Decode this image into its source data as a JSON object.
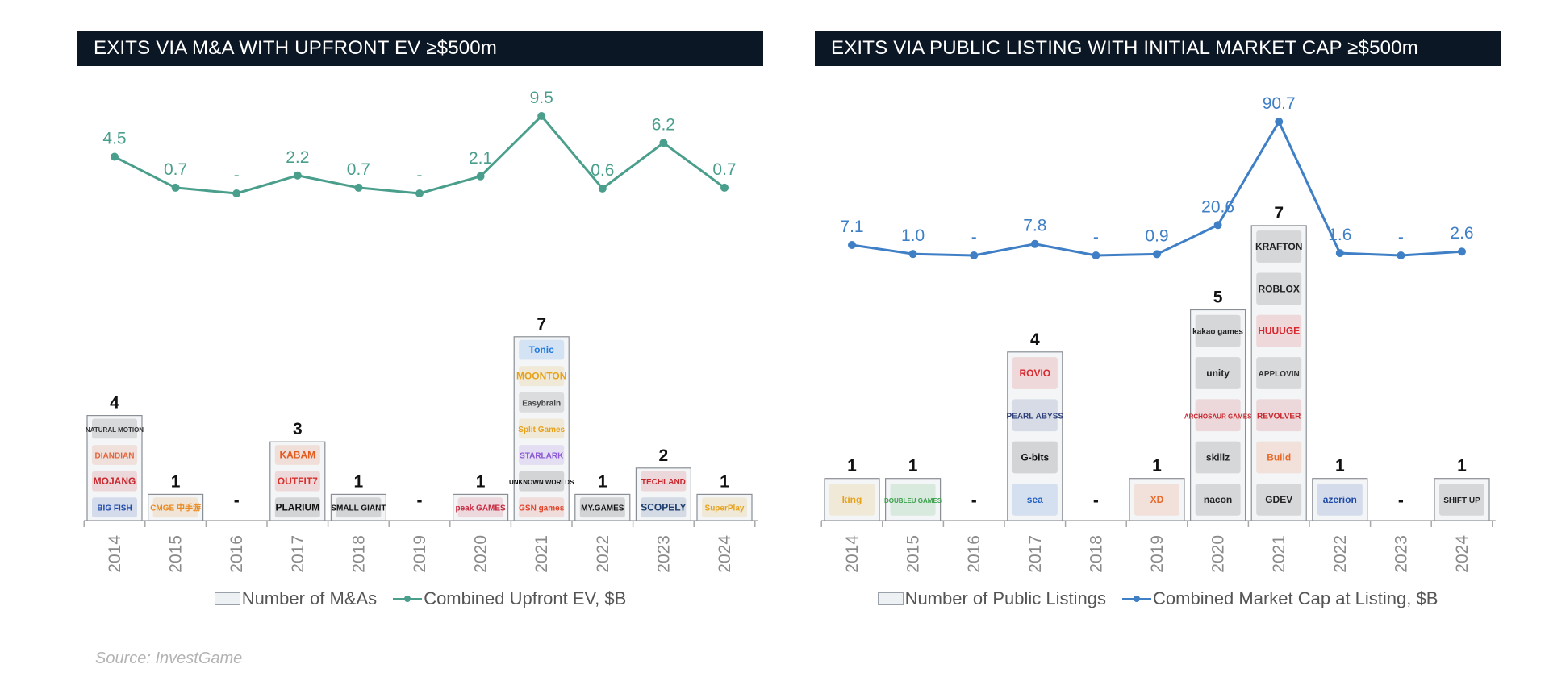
{
  "charts": [
    {
      "title": "EXITS VIA M&A WITH UPFRONT EV ≥$500m",
      "line_color": "#4a9e8c",
      "legend": {
        "bars": "Number of M&As",
        "line": "Combined Upfront EV, $B"
      }
    },
    {
      "title": "EXITS VIA PUBLIC LISTING WITH INITIAL MARKET CAP ≥$500m",
      "line_color": "#3f7fc6",
      "legend": {
        "bars": "Number of Public Listings",
        "line": "Combined Market Cap at Listing, $B"
      }
    }
  ],
  "chart_data": [
    {
      "type": "bar+line",
      "title": "EXITS VIA M&A WITH UPFRONT EV ≥$500m",
      "categories": [
        "2014",
        "2015",
        "2016",
        "2017",
        "2018",
        "2019",
        "2020",
        "2021",
        "2022",
        "2023",
        "2024"
      ],
      "series": [
        {
          "name": "Number of M&As",
          "type": "bar",
          "values": [
            4,
            1,
            0,
            3,
            1,
            0,
            1,
            7,
            1,
            2,
            1
          ],
          "labels": [
            "4",
            "1",
            "-",
            "3",
            "1",
            "-",
            "1",
            "7",
            "1",
            "2",
            "1"
          ]
        },
        {
          "name": "Combined Upfront EV, $B",
          "type": "line",
          "values": [
            4.5,
            0.7,
            0,
            2.2,
            0.7,
            0,
            2.1,
            9.5,
            0.6,
            6.2,
            0.7
          ],
          "labels": [
            "4.5",
            "0.7",
            "-",
            "2.2",
            "0.7",
            "-",
            "2.1",
            "9.5",
            "0.6",
            "6.2",
            "0.7"
          ]
        }
      ],
      "logos": [
        [
          "NATURAL MOTION",
          "DIANDIAN",
          "MOJANG",
          "BIG FISH"
        ],
        [
          "CMGE 中手游"
        ],
        [],
        [
          "KABAM",
          "OUTFIT7",
          "PLARIUM"
        ],
        [
          "SMALL GIANT"
        ],
        [],
        [
          "peak GAMES"
        ],
        [
          "Tonic",
          "MOONTON",
          "Easybrain",
          "Split Games",
          "STARLARK",
          "UNKNOWN WORLDS",
          "GSN games"
        ],
        [
          "MY.GAMES"
        ],
        [
          "TECHLAND",
          "SCOPELY"
        ],
        [
          "SuperPlay"
        ]
      ]
    },
    {
      "type": "bar+line",
      "title": "EXITS VIA PUBLIC LISTING WITH INITIAL MARKET CAP ≥$500m",
      "categories": [
        "2014",
        "2015",
        "2016",
        "2017",
        "2018",
        "2019",
        "2020",
        "2021",
        "2022",
        "2023",
        "2024"
      ],
      "series": [
        {
          "name": "Number of Public Listings",
          "type": "bar",
          "values": [
            1,
            1,
            0,
            4,
            0,
            1,
            5,
            7,
            1,
            0,
            1
          ],
          "labels": [
            "1",
            "1",
            "-",
            "4",
            "-",
            "1",
            "5",
            "7",
            "1",
            "-",
            "1"
          ]
        },
        {
          "name": "Combined Market Cap at Listing, $B",
          "type": "line",
          "values": [
            7.1,
            1.0,
            0,
            7.8,
            0,
            0.9,
            20.6,
            90.7,
            1.6,
            0,
            2.6
          ],
          "labels": [
            "7.1",
            "1.0",
            "-",
            "7.8",
            "-",
            "0.9",
            "20.6",
            "90.7",
            "1.6",
            "-",
            "2.6"
          ]
        }
      ],
      "logos": [
        [
          "king"
        ],
        [
          "DOUBLEU GAMES"
        ],
        [],
        [
          "ROVIO",
          "PEARL ABYSS",
          "G-bits",
          "sea"
        ],
        [],
        [
          "XD"
        ],
        [
          "kakao games",
          "unity",
          "ARCHOSAUR GAMES",
          "skillz",
          "nacon"
        ],
        [
          "KRAFTON",
          "ROBLOX",
          "HUUUGE",
          "APPLOVIN",
          "REVOLVER",
          "Build",
          "GDEV"
        ],
        [
          "azerion"
        ],
        [],
        [
          "SHIFT UP"
        ]
      ]
    }
  ],
  "source": "Source: InvestGame"
}
